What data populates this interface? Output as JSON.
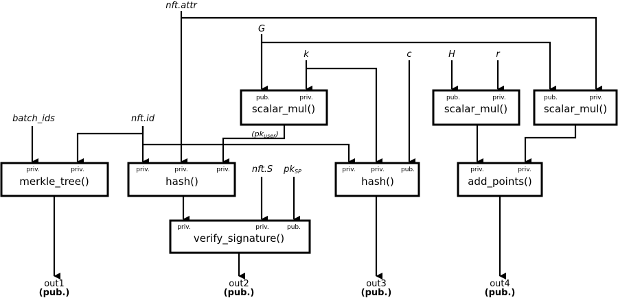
{
  "inputs": {
    "nft_attr": "nft.attr",
    "G": "G",
    "k": "k",
    "c": "c",
    "H": "H",
    "r": "r",
    "batch_ids": "batch_ids",
    "nft_id": "nft.id",
    "nft_S": "nft.S",
    "pk_sp_base": "pk",
    "pk_sp_sub": "SP",
    "pk_user_open": "(pk",
    "pk_user_sub": "user",
    "pk_user_close": ")"
  },
  "boxes": {
    "scalar_mul_1": {
      "label": "scalar_mul()",
      "ports": [
        "pub.",
        "priv."
      ]
    },
    "scalar_mul_2": {
      "label": "scalar_mul()",
      "ports": [
        "pub.",
        "priv."
      ]
    },
    "scalar_mul_3": {
      "label": "scalar_mul()",
      "ports": [
        "pub.",
        "priv."
      ]
    },
    "merkle_tree": {
      "label": "merkle_tree()",
      "ports": [
        "priv.",
        "priv."
      ]
    },
    "hash_1": {
      "label": "hash()",
      "ports": [
        "priv.",
        "priv.",
        "priv."
      ]
    },
    "hash_2": {
      "label": "hash()",
      "ports": [
        "priv.",
        "priv.",
        "pub."
      ]
    },
    "add_points": {
      "label": "add_points()",
      "ports": [
        "priv.",
        "priv."
      ]
    },
    "verify_signature": {
      "label": "verify_signature()",
      "ports": [
        "priv.",
        "priv.",
        "pub."
      ]
    }
  },
  "outputs": [
    {
      "name": "out1",
      "visibility": "(pub.)"
    },
    {
      "name": "out2",
      "visibility": "(pub.)"
    },
    {
      "name": "out3",
      "visibility": "(pub.)"
    },
    {
      "name": "out4",
      "visibility": "(pub.)"
    }
  ]
}
